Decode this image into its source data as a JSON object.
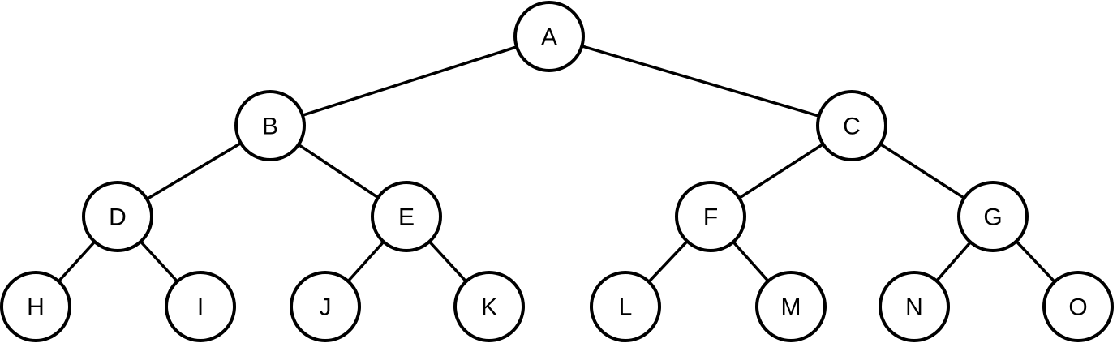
{
  "tree": {
    "colors": {
      "stroke": "#000000",
      "fill": "#ffffff",
      "text": "#000000"
    },
    "nodes": [
      {
        "id": "A",
        "label": "A"
      },
      {
        "id": "B",
        "label": "B"
      },
      {
        "id": "C",
        "label": "C"
      },
      {
        "id": "D",
        "label": "D"
      },
      {
        "id": "E",
        "label": "E"
      },
      {
        "id": "F",
        "label": "F"
      },
      {
        "id": "G",
        "label": "G"
      },
      {
        "id": "H",
        "label": "H"
      },
      {
        "id": "I",
        "label": "I"
      },
      {
        "id": "J",
        "label": "J"
      },
      {
        "id": "K",
        "label": "K"
      },
      {
        "id": "L",
        "label": "L"
      },
      {
        "id": "M",
        "label": "M"
      },
      {
        "id": "N",
        "label": "N"
      },
      {
        "id": "O",
        "label": "O"
      }
    ],
    "edges": [
      {
        "from": "A",
        "to": "B"
      },
      {
        "from": "A",
        "to": "C"
      },
      {
        "from": "B",
        "to": "D"
      },
      {
        "from": "B",
        "to": "E"
      },
      {
        "from": "C",
        "to": "F"
      },
      {
        "from": "C",
        "to": "G"
      },
      {
        "from": "D",
        "to": "H"
      },
      {
        "from": "D",
        "to": "I"
      },
      {
        "from": "E",
        "to": "J"
      },
      {
        "from": "E",
        "to": "K"
      },
      {
        "from": "F",
        "to": "L"
      },
      {
        "from": "F",
        "to": "M"
      },
      {
        "from": "G",
        "to": "N"
      },
      {
        "from": "G",
        "to": "O"
      }
    ]
  }
}
